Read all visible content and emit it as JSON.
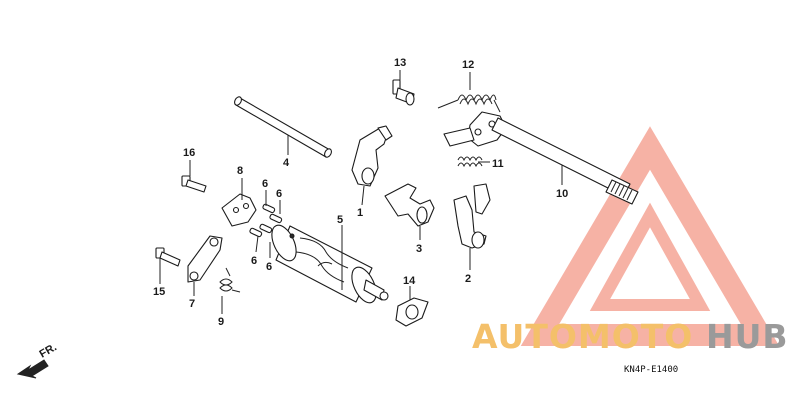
{
  "callouts": {
    "c1": "1",
    "c2": "2",
    "c3": "3",
    "c4": "4",
    "c5": "5",
    "c6a": "6",
    "c6b": "6",
    "c6c": "6",
    "c6d": "6",
    "c7": "7",
    "c8": "8",
    "c9": "9",
    "c10": "10",
    "c11": "11",
    "c12": "12",
    "c13": "13",
    "c14": "14",
    "c15": "15",
    "c16": "16"
  },
  "diagram_code": "KN4P-E1400",
  "front_marker": "FR.",
  "watermark": {
    "part1": "AUTOMOTO",
    "part2": "HUB",
    "accent_color": "#f08c7c",
    "text_color_1": "#f4c06a",
    "text_color_2": "#9a9a9a"
  }
}
